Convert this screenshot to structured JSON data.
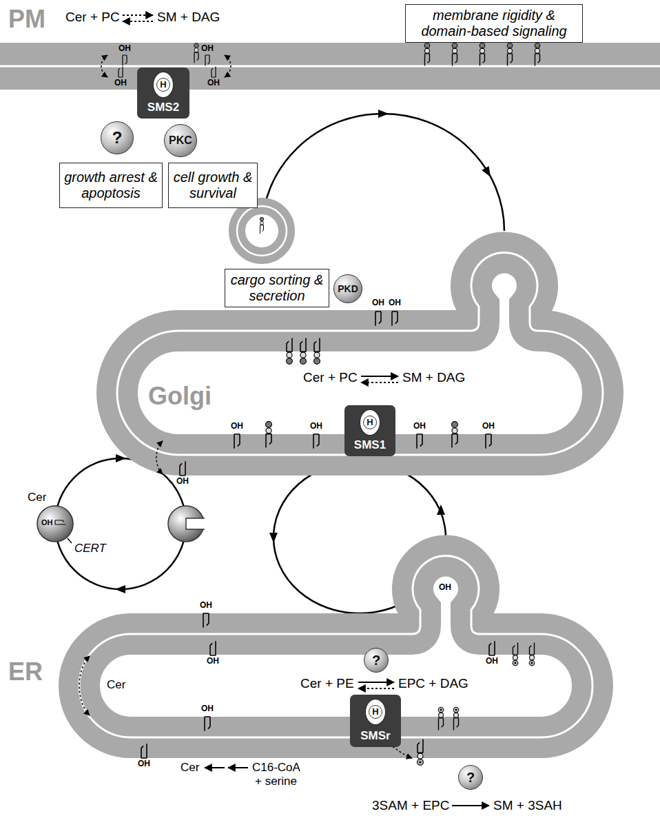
{
  "diagram": {
    "nodes": [
      {
        "text": [
          "PM"
        ]
      },
      {
        "text": [
          "membrane rigidity & domain-based signaling"
        ]
      },
      {
        "text": [
          "SMS2"
        ],
        "in": 0
      },
      {
        "text": [
          "H"
        ],
        "in": 2
      },
      {
        "text": [
          "?"
        ]
      },
      {
        "text": [
          "PKC"
        ]
      },
      {
        "text": [
          "growth arrest & apoptosis"
        ]
      },
      {
        "text": [
          "cell growth & survival"
        ]
      },
      {
        "text": [
          "cargo sorting & secretion"
        ]
      },
      {
        "text": [
          "PKD"
        ]
      },
      {
        "text": [
          "Golgi"
        ]
      },
      {
        "text": [
          "SMS1"
        ],
        "in": 10
      },
      {
        "text": [
          "H"
        ],
        "in": 11
      },
      {
        "text": [
          "ER"
        ]
      },
      {
        "text": [
          "?"
        ],
        "in": 13
      },
      {
        "text": [
          "SMSr"
        ],
        "in": 13
      },
      {
        "text": [
          "H"
        ],
        "in": 15
      },
      {
        "text": [
          "?"
        ]
      }
    ],
    "labels": [
      "Cer + PC",
      "SM + DAG",
      "OH",
      "OH",
      "OH",
      "OH",
      "OH",
      "OH",
      "Cer + PC",
      "SM + DAG",
      "OH",
      "OH",
      "OH",
      "OH",
      "OH",
      "Cer",
      "OH",
      "CERT",
      "OH",
      "OH",
      "Cer + PE",
      "EPC + DAG",
      "OH",
      "OH",
      "OH",
      "Cer",
      "OH",
      "Cer",
      "C16-CoA",
      "+ serine",
      "3SAM + EPC",
      "SM + 3SAH"
    ]
  }
}
